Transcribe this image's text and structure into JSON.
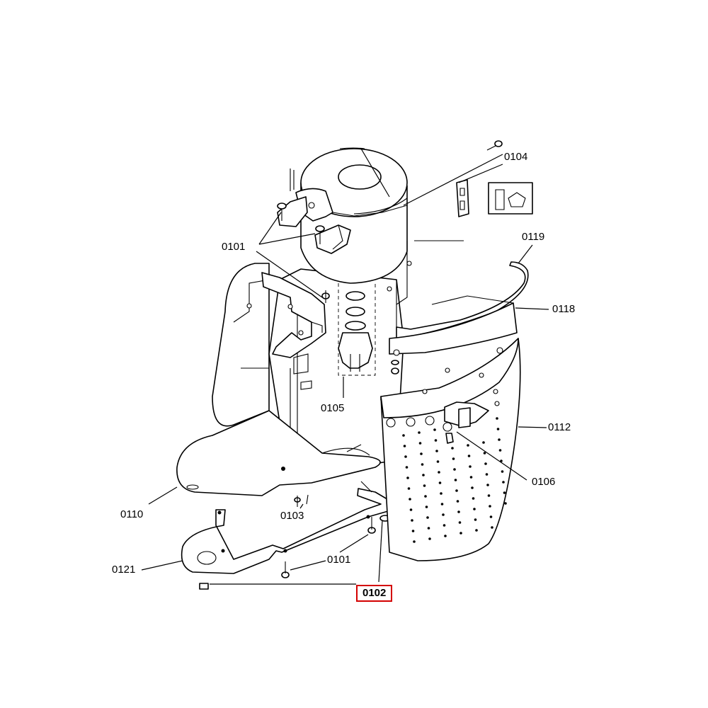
{
  "diagram": {
    "highlight_color": "#d40000",
    "labels": {
      "p0101_top": "0101",
      "p0101_bottom": "0101",
      "p0102": "0102",
      "p0103": "0103",
      "p0104": "0104",
      "p0105": "0105",
      "p0106": "0106",
      "p0110": "0110",
      "p0112": "0112",
      "p0118": "0118",
      "p0119": "0119",
      "p0121": "0121"
    },
    "highlighted": "p0102"
  }
}
